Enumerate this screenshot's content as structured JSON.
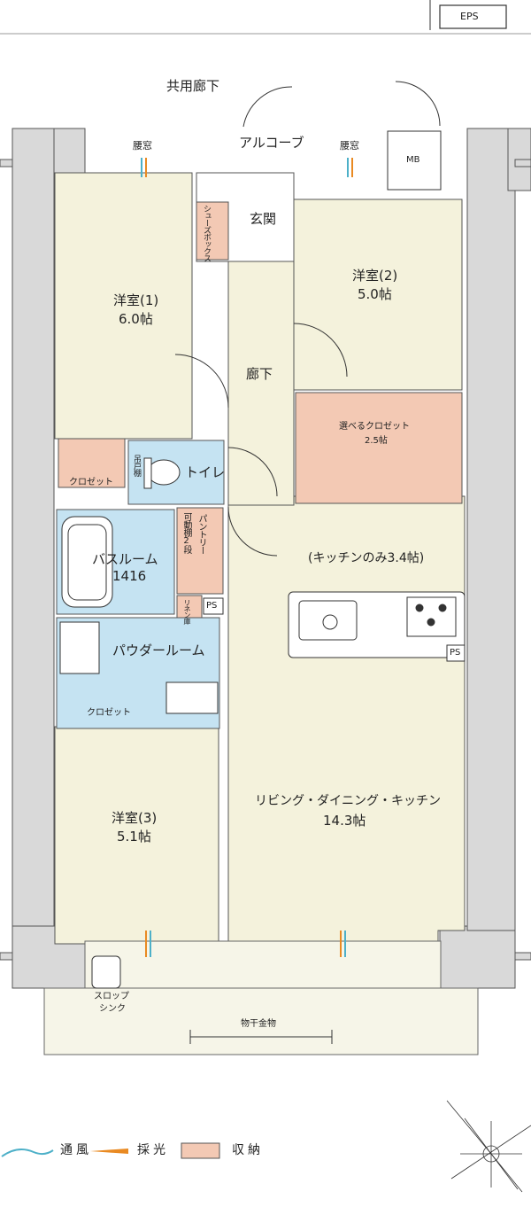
{
  "colors": {
    "floor": "#f4f2dc",
    "storage": "#f3c9b4",
    "water": "#c5e3f2",
    "balcony": "#f6f5e8",
    "wall": "#d9d9d9",
    "ventilation": "#4db0c8",
    "light": "#e98a22"
  },
  "labels": {
    "eps": "EPS",
    "common_corridor": "共用廊下",
    "alcove": "アルコーブ",
    "waist_window_left": "腰窓",
    "waist_window_right": "腰窓",
    "mb": "MB",
    "shoe_box": "シューズボックス",
    "entrance": "玄関",
    "corridor": "廊下",
    "room1_name": "洋室(1)",
    "room1_size": "6.0帖",
    "room2_name": "洋室(2)",
    "room2_size": "5.0帖",
    "room3_name": "洋室(3)",
    "room3_size": "5.1帖",
    "selectable_closet": "選べるクロゼット",
    "selectable_closet_size": "2.5帖",
    "closet1": "クロゼット",
    "closet3": "クロゼット",
    "toilet": "トイレ",
    "hanging_shelf": "吊戸棚",
    "bathroom": "バスルーム",
    "bath_size": "1416",
    "pantry_line1": "パントリー",
    "pantry_line2": "可動棚2段",
    "linen": "リネン庫",
    "ps1": "PS",
    "ps2": "PS",
    "powder_room": "パウダールーム",
    "kitchen_only": "(キッチンのみ3.4帖)",
    "ldk_name": "リビング・ダイニング・キッチン",
    "ldk_size": "14.3帖",
    "slop_sink_line1": "スロップ",
    "slop_sink_line2": "シンク",
    "clothes_pole": "物干金物"
  },
  "legend": {
    "ventilation": "通風",
    "lighting": "採光",
    "storage": "収納"
  },
  "compass_icon": "compass-north-icon"
}
